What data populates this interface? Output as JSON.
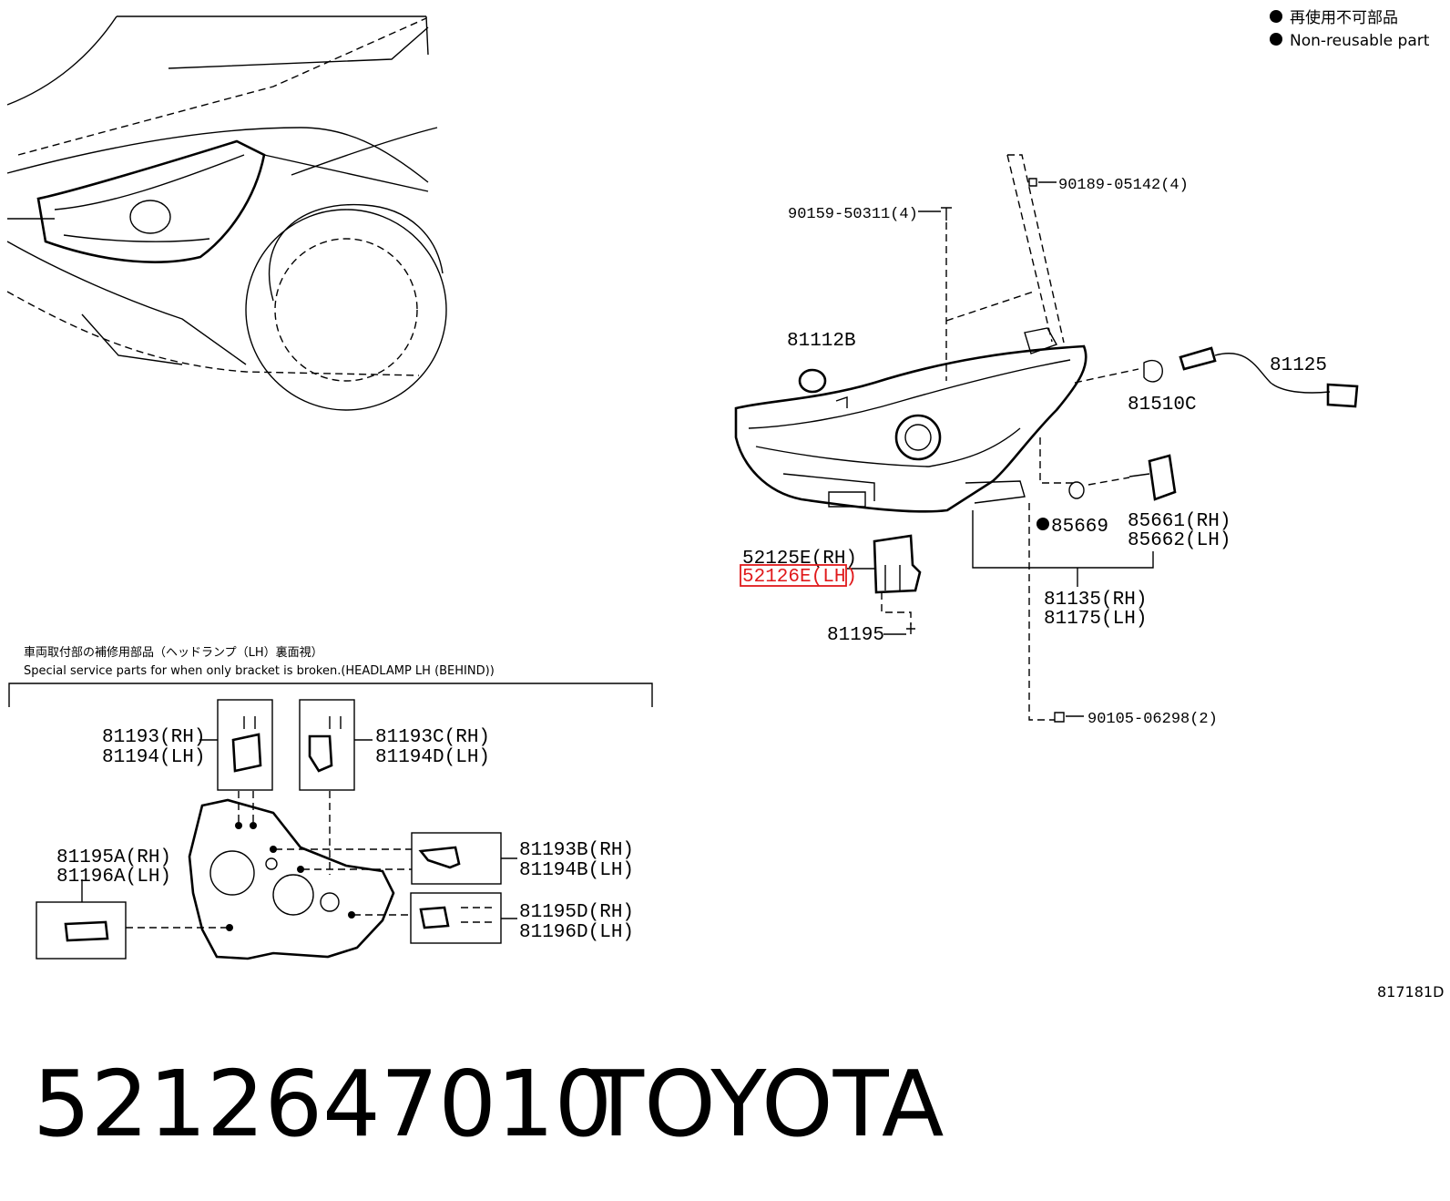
{
  "legend": {
    "line_jp": "再使用不可部品",
    "line_en": "Non-reusable part"
  },
  "parts": {
    "p90189": "90189-05142(4)",
    "p90159": "90159-50311(4)",
    "p81112b": "81112B",
    "p81125": "81125",
    "p81510c": "81510C",
    "p85669": "85669",
    "p85661": "85661(RH)",
    "p85662": "85662(LH)",
    "p52125e": "52125E(RH)",
    "p52126e": "52126E(LH)",
    "p81135": "81135(RH)",
    "p81175": "81175(LH)",
    "p81195": "81195",
    "p90105": "90105-06298(2)"
  },
  "service_note": {
    "title_jp": "車両取付部の補修用部品（ヘッドランプ（LH）裏面視）",
    "title_en": "Special service parts for when only bracket is broken.(HEADLAMP LH (BEHIND))"
  },
  "service_parts": {
    "s81193": "81193(RH)",
    "s81194": "81194(LH)",
    "s81193c": "81193C(RH)",
    "s81194d": "81194D(LH)",
    "s81193b": "81193B(RH)",
    "s81194b": "81194B(LH)",
    "s81195a": "81195A(RH)",
    "s81196a": "81196A(LH)",
    "s81195d": "81195D(RH)",
    "s81196d": "81196D(LH)"
  },
  "diagram_code": "817181D",
  "footer": {
    "part_number": "5212647010",
    "brand": "TOYOTA"
  },
  "highlight_color": "#e0191b",
  "icons": [
    "non-reusable-dot-icon",
    "headlamp-assembly-illustration",
    "vehicle-front-illustration",
    "bracket-illustration",
    "bolt-icon",
    "nut-icon"
  ]
}
